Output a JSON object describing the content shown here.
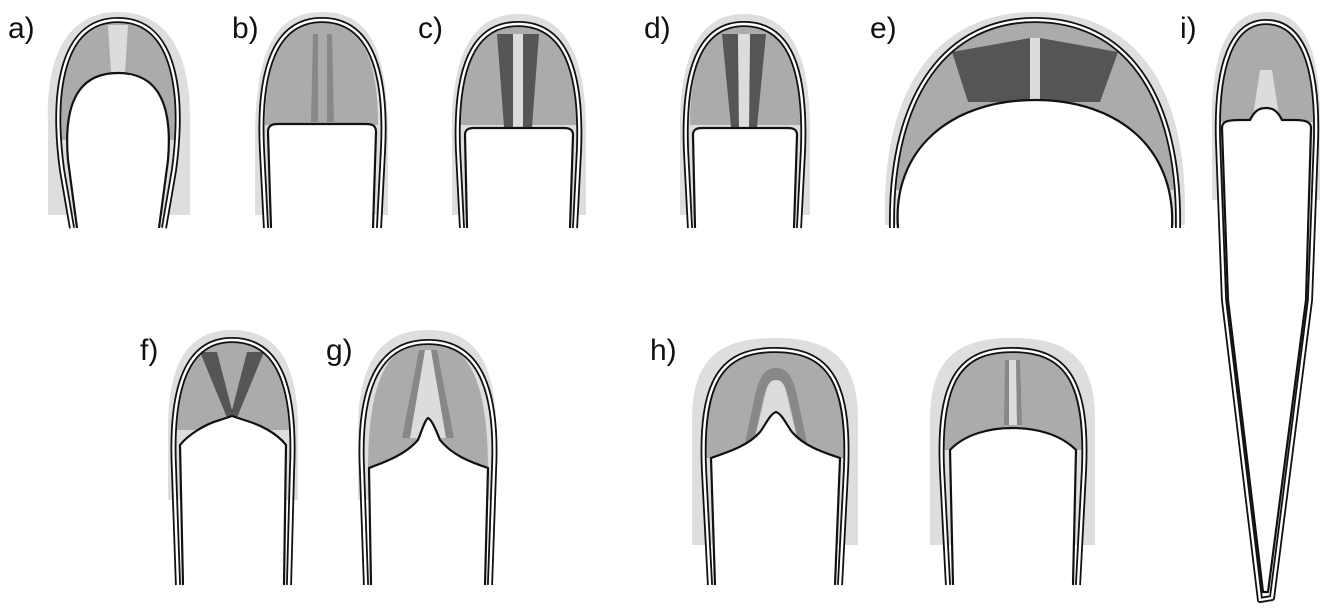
{
  "figure": {
    "panels": [
      {
        "label": "a)"
      },
      {
        "label": "b)"
      },
      {
        "label": "c)"
      },
      {
        "label": "d)"
      },
      {
        "label": "e)"
      },
      {
        "label": "f)"
      },
      {
        "label": "g)"
      },
      {
        "label": "h)"
      },
      {
        "label": "i)"
      }
    ],
    "colors": {
      "halo": "#dedede",
      "tissue": "#ababab",
      "band_medium": "#888888",
      "band_dark": "#555555",
      "center_light": "#dcdcdc",
      "outline": "#111111"
    }
  }
}
